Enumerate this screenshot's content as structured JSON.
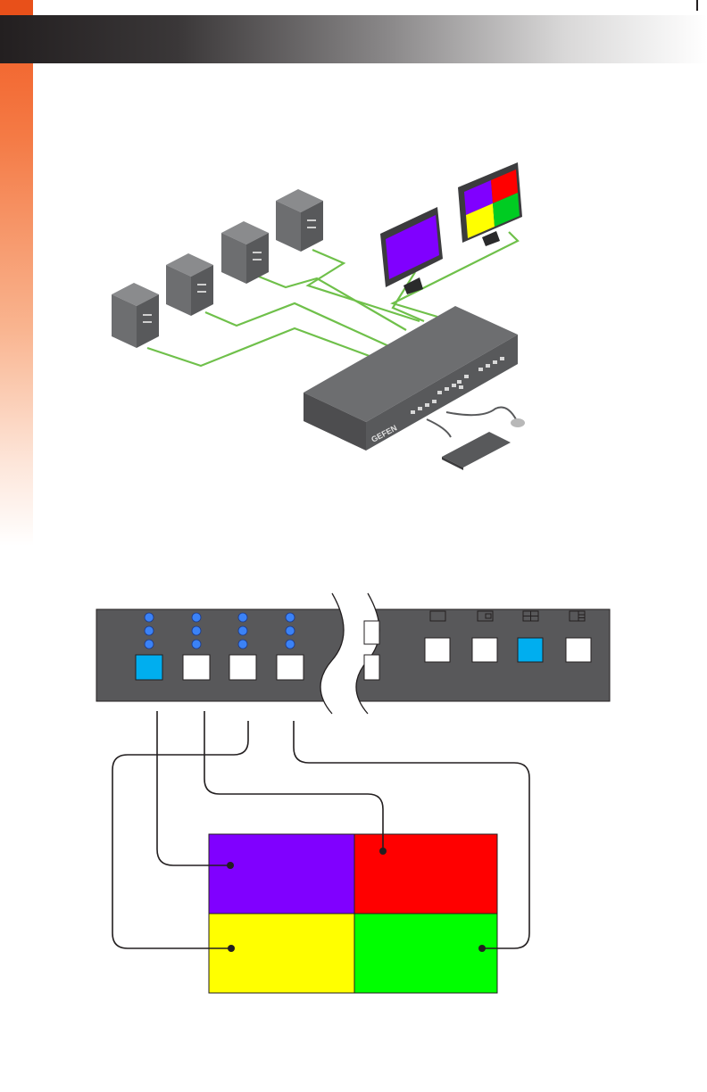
{
  "brand": {
    "logo_text": "GEFEN",
    "accent_color": "#f15a22"
  },
  "colors": {
    "cable": "#6fc04a",
    "panel": "#58585a",
    "led": "#3b82f6",
    "button_active": "#00aeef",
    "quad_top_left": "#8000ff",
    "quad_top_right": "#ff0000",
    "quad_bottom_left": "#ffff00",
    "quad_bottom_right": "#00ff00"
  },
  "front_panel": {
    "source_buttons": 4,
    "active_source": 1,
    "layout_buttons": [
      "single",
      "pip",
      "quad",
      "side-by-side"
    ],
    "active_layout": "quad"
  },
  "quad_mapping": [
    {
      "source": 1,
      "quadrant": "top-left"
    },
    {
      "source": 2,
      "quadrant": "top-right"
    },
    {
      "source": 3,
      "quadrant": "bottom-left"
    },
    {
      "source": 4,
      "quadrant": "bottom-right"
    }
  ]
}
